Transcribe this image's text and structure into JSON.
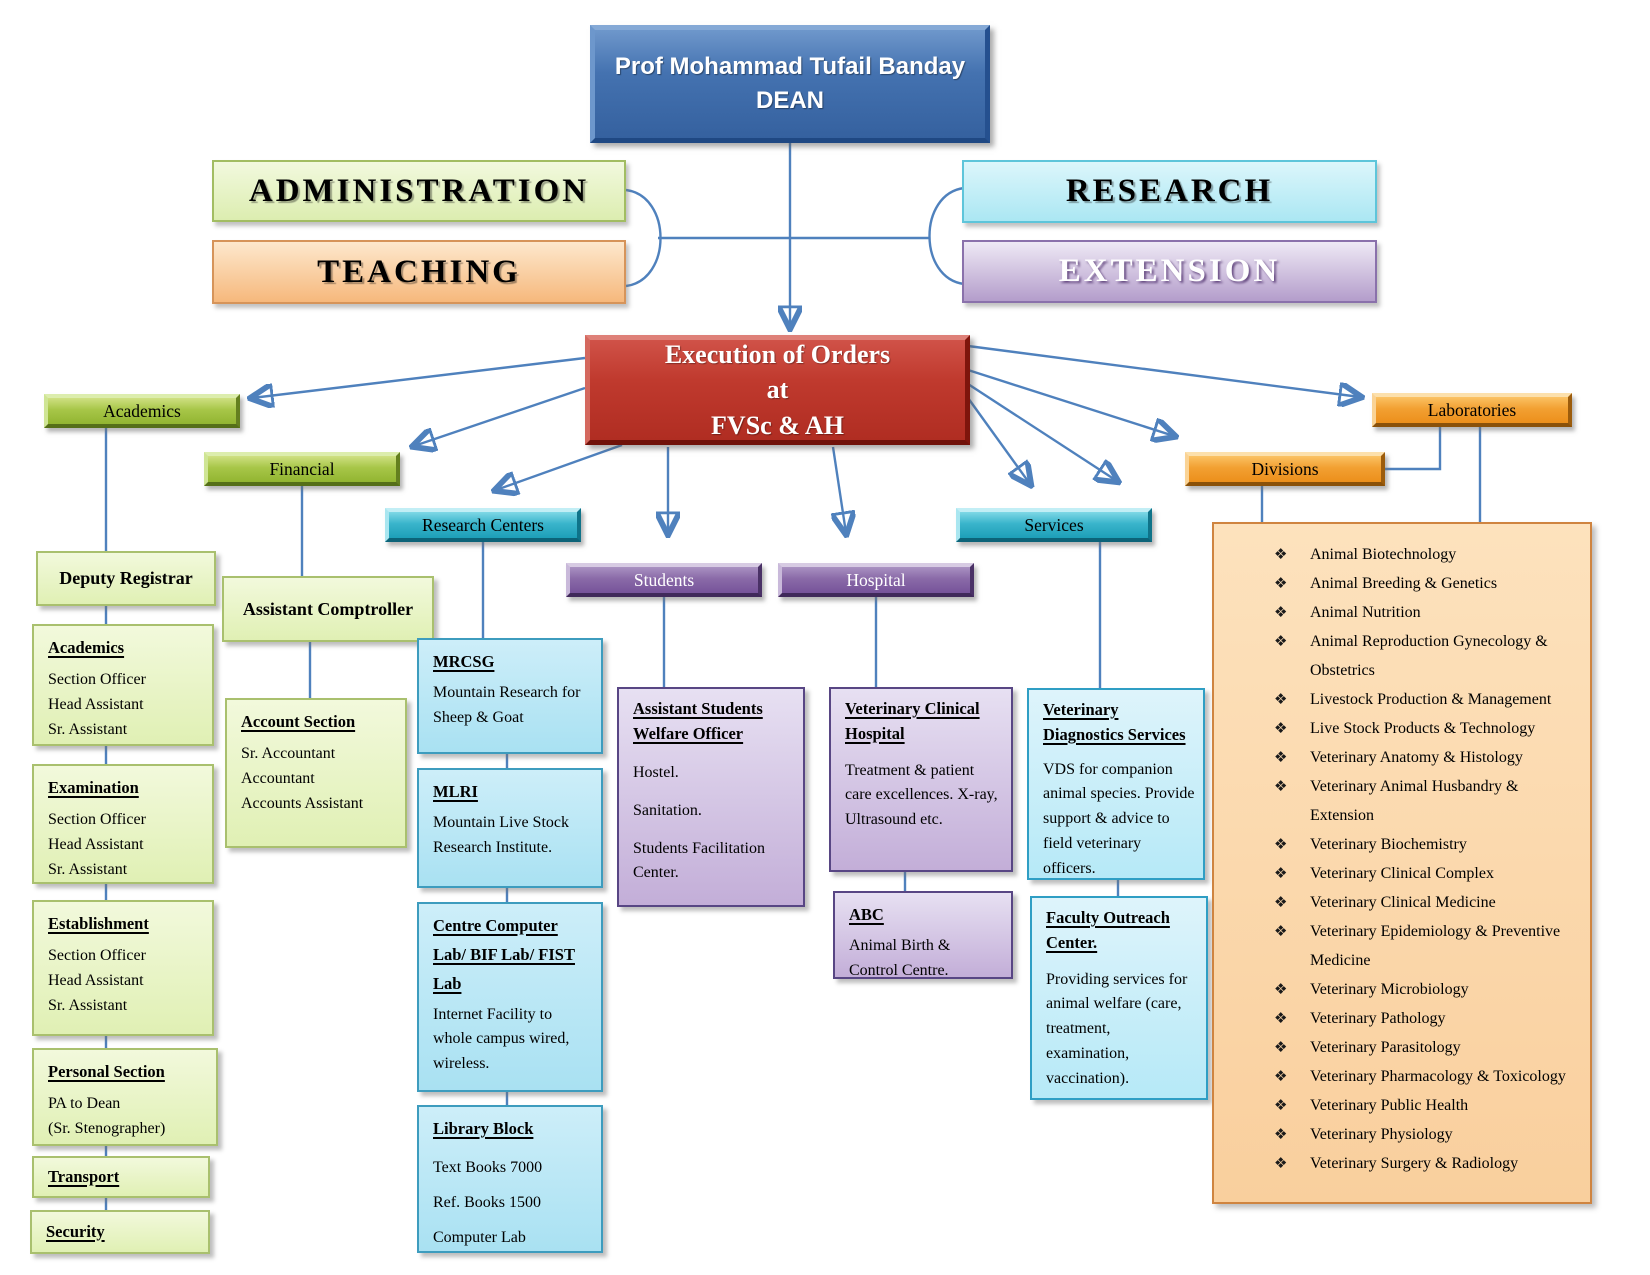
{
  "colors": {
    "connector": "#4f81bd",
    "dean_blue": "#4472b0",
    "execution_red": "#c03a2e",
    "branch_green": "#a7c648",
    "branch_cyan": "#39b4cb",
    "branch_purple": "#8a6aa8",
    "branch_orange": "#f2a032",
    "divisions_bg": "#f9cf9d"
  },
  "dean": {
    "name": "Prof Mohammad Tufail Banday",
    "title": "DEAN"
  },
  "pillars": {
    "administration": "ADMINISTRATION",
    "teaching": "TEACHING",
    "research": "RESEARCH",
    "extension": "EXTENSION"
  },
  "execution": {
    "lines": [
      "Execution of Orders",
      "at",
      "FVSc & AH"
    ]
  },
  "branches": {
    "academics": "Academics",
    "financial": "Financial",
    "research_centers": "Research Centers",
    "students": "Students",
    "hospital": "Hospital",
    "services": "Services",
    "divisions": "Divisions",
    "laboratories": "Laboratories"
  },
  "admin": {
    "deputy_registrar": "Deputy Registrar",
    "sections": [
      {
        "title": "Academics",
        "lines": [
          "Section Officer",
          "Head Assistant",
          "Sr. Assistant"
        ]
      },
      {
        "title": "Examination",
        "lines": [
          "Section Officer",
          "Head Assistant",
          "Sr. Assistant"
        ]
      },
      {
        "title": "Establishment",
        "lines": [
          "Section Officer",
          "Head Assistant",
          "Sr. Assistant"
        ]
      },
      {
        "title": "Personal Section",
        "lines": [
          "PA to Dean",
          "(Sr. Stenographer)"
        ]
      },
      {
        "title": "Transport",
        "lines": []
      },
      {
        "title": "Security",
        "lines": []
      }
    ]
  },
  "finance": {
    "assistant_comptroller": "Assistant Comptroller",
    "account_section": {
      "title": "Account Section",
      "lines": [
        "Sr. Accountant",
        "Accountant",
        "Accounts Assistant"
      ]
    }
  },
  "research_centers": {
    "mrcsg": {
      "title": "MRCSG",
      "body": "Mountain Research for Sheep & Goat"
    },
    "mlri": {
      "title": "MLRI",
      "body": "Mountain Live Stock Research Institute."
    },
    "computer_lab": {
      "title": "Centre Computer Lab/ BIF Lab/ FIST Lab",
      "body": "Internet Facility to whole campus wired, wireless."
    },
    "library": {
      "title": "Library Block",
      "lines": [
        "Text Books 7000",
        "Ref. Books 1500",
        "Computer Lab"
      ]
    }
  },
  "students_col": {
    "welfare_officer": {
      "title": "Assistant Students Welfare Officer",
      "lines": [
        "Hostel.",
        "Sanitation.",
        "Students Facilitation Center."
      ]
    }
  },
  "hospital_col": {
    "clinical_hospital": {
      "title": "Veterinary Clinical Hospital",
      "body": "Treatment & patient care excellences. X-ray, Ultrasound etc."
    },
    "abc": {
      "title": "ABC",
      "body": "Animal Birth & Control Centre."
    }
  },
  "services_col": {
    "diagnostics": {
      "title": "Veterinary Diagnostics Services",
      "body": "VDS for companion animal species. Provide support & advice to field veterinary officers."
    },
    "outreach": {
      "title": "Faculty Outreach Center.",
      "body": "Providing services for animal welfare (care, treatment, examination, vaccination)."
    }
  },
  "divisions_list": {
    "bullet": "❖",
    "items": [
      "Animal Biotechnology",
      "Animal Breeding & Genetics",
      "Animal Nutrition",
      "Animal Reproduction Gynecology & Obstetrics",
      "Livestock Production & Management",
      "Live Stock Products & Technology",
      "Veterinary Anatomy & Histology",
      "Veterinary Animal Husbandry & Extension",
      "Veterinary Biochemistry",
      "Veterinary Clinical Complex",
      "Veterinary Clinical Medicine",
      "Veterinary Epidemiology & Preventive Medicine",
      "Veterinary Microbiology",
      "Veterinary Pathology",
      "Veterinary Parasitology",
      "Veterinary Pharmacology & Toxicology",
      "Veterinary Public Health",
      "Veterinary Physiology",
      "Veterinary Surgery & Radiology"
    ]
  }
}
